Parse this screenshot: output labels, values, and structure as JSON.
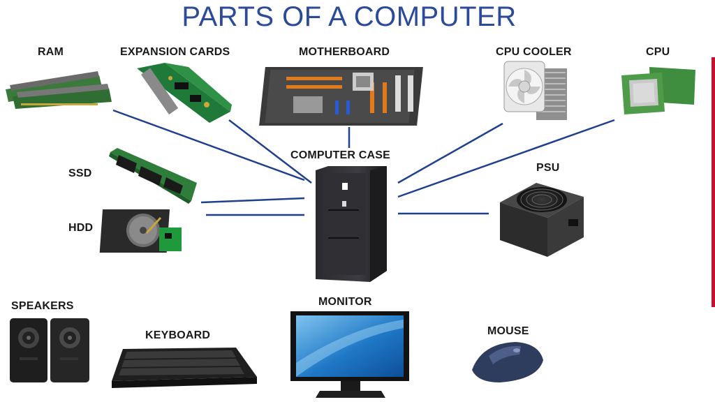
{
  "title": "PARTS OF A COMPUTER",
  "components": {
    "ram": "RAM",
    "expansion_cards": "EXPANSION CARDS",
    "motherboard": "MOTHERBOARD",
    "cpu_cooler": "CPU COOLER",
    "cpu": "CPU",
    "ssd": "SSD",
    "hdd": "HDD",
    "computer_case": "COMPUTER CASE",
    "psu": "PSU",
    "speakers": "SPEAKERS",
    "keyboard": "KEYBOARD",
    "monitor": "MONITOR",
    "mouse": "MOUSE"
  },
  "colors": {
    "title": "#2b4a9a",
    "connector": "#1f3f8f",
    "accent_bar": "#c8102e"
  }
}
